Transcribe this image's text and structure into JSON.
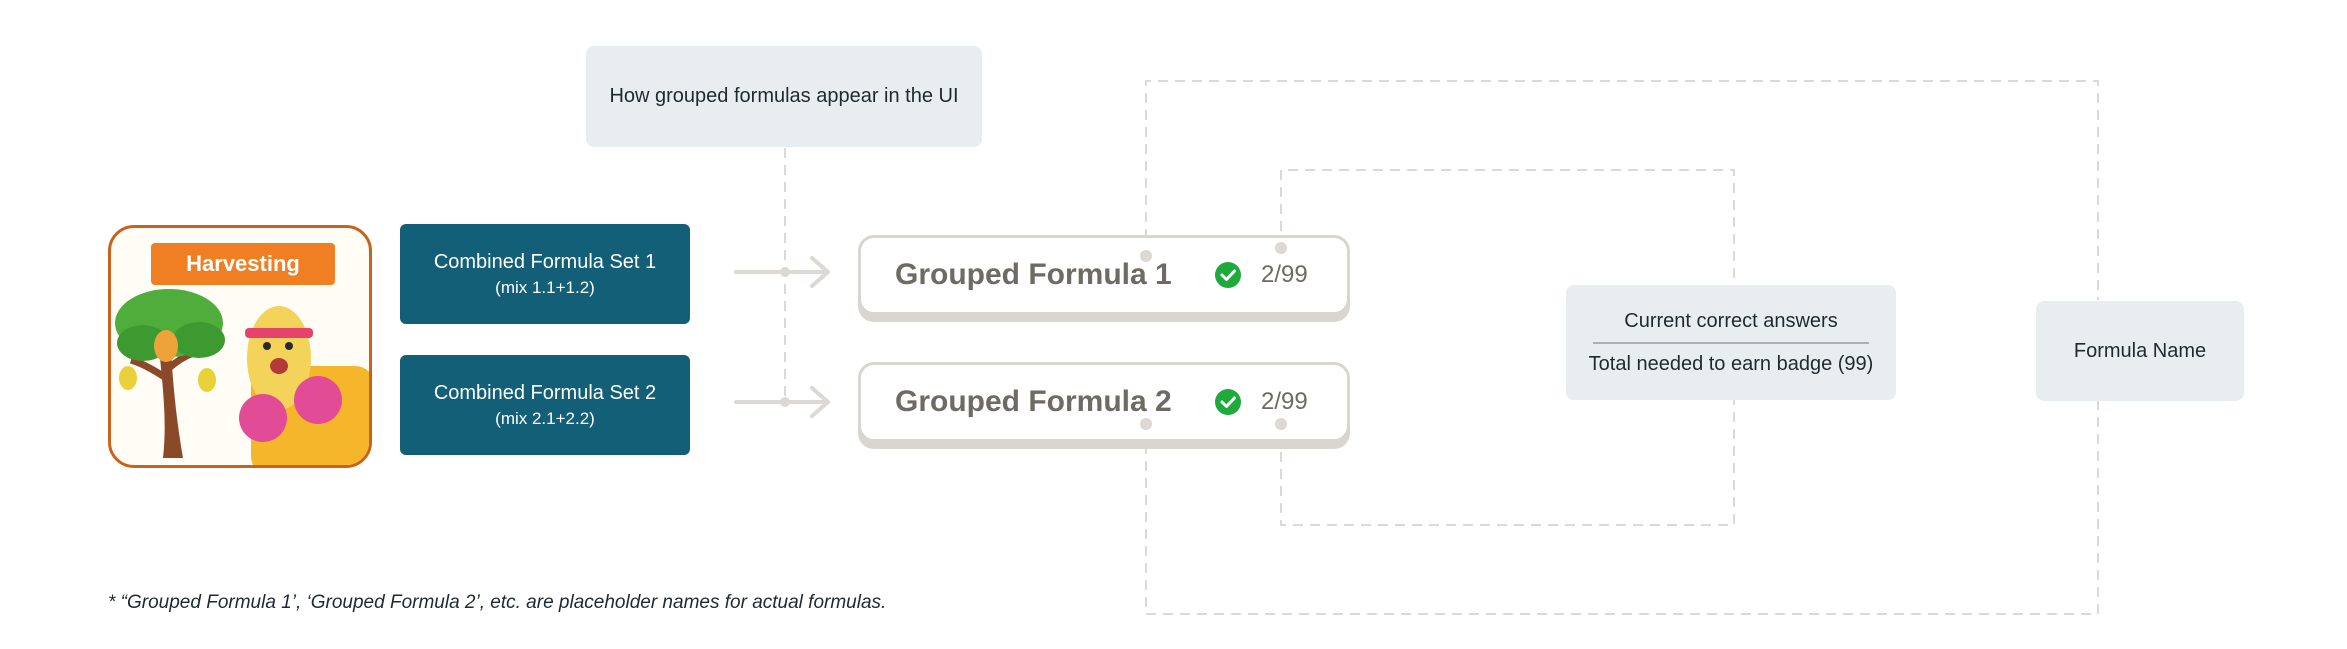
{
  "ui_note": {
    "text": "How grouped formulas appear in the UI"
  },
  "game_card": {
    "title": "Harvesting",
    "icons": [
      "mango-tree-icon",
      "cheering-mascot-icon",
      "pompom-icon"
    ]
  },
  "formula_sets": [
    {
      "title": "Combined Formula Set 1",
      "subtitle": "(mix 1.1+1.2)"
    },
    {
      "title": "Combined Formula Set 2",
      "subtitle": "(mix 2.1+2.2)"
    }
  ],
  "grouped_formulas": [
    {
      "name": "Grouped Formula 1",
      "status_icon": "check-circle-icon",
      "progress": "2/99"
    },
    {
      "name": "Grouped Formula 2",
      "status_icon": "check-circle-icon",
      "progress": "2/99"
    }
  ],
  "annotations": {
    "counter": {
      "current": "Current correct answers",
      "total": "Total needed to earn badge (99)"
    },
    "name": "Formula Name"
  },
  "footnote": "* “Grouped Formula 1’, ‘Grouped Formula 2’, etc. are placeholder names for actual formulas.",
  "colors": {
    "set_box": "#135f77",
    "card_border": "#c9621a",
    "banner": "#ef7f22",
    "check": "#1faa3c",
    "pill_text": "#6e6a64",
    "info_box": "#e8eef0",
    "connector": "#dcd8d4"
  }
}
